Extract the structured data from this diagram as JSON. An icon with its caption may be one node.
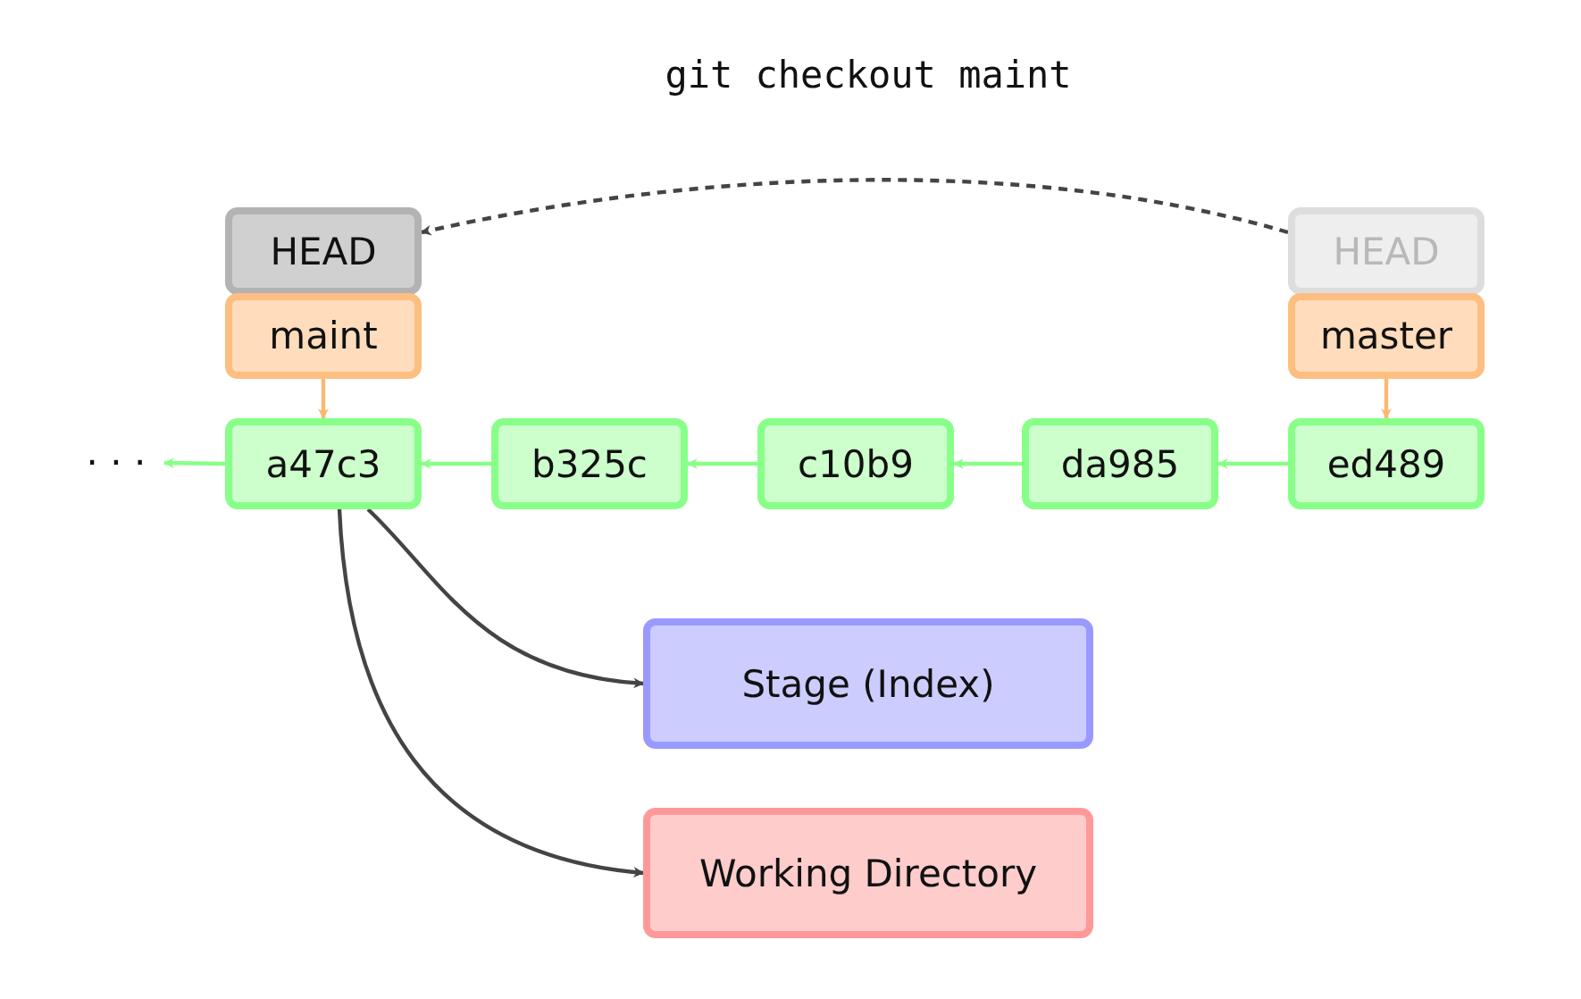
{
  "diagram": {
    "title": "git checkout maint",
    "nodes": [
      {
        "text": [
          "HEAD"
        ]
      },
      {
        "text": [
          "maint"
        ]
      },
      {
        "text": [
          "HEAD"
        ]
      },
      {
        "text": [
          "master"
        ]
      },
      {
        "text": [
          "· · ·"
        ]
      },
      {
        "text": [
          "a47c3"
        ]
      },
      {
        "text": [
          "b325c"
        ]
      },
      {
        "text": [
          "c10b9"
        ]
      },
      {
        "text": [
          "da985"
        ]
      },
      {
        "text": [
          "ed489"
        ]
      },
      {
        "text": [
          "Stage (Index)"
        ]
      },
      {
        "text": [
          "Working Directory"
        ]
      }
    ],
    "edges": [
      {
        "from": 2,
        "to": 0,
        "arrow": "to",
        "style": "dashed",
        "color": "#444444"
      },
      {
        "from": 1,
        "to": 5,
        "arrow": "to",
        "color": "#fdb870"
      },
      {
        "from": 3,
        "to": 9,
        "arrow": "to",
        "color": "#fdb870"
      },
      {
        "from": 9,
        "to": 8,
        "arrow": "to"
      },
      {
        "from": 8,
        "to": 7,
        "arrow": "to"
      },
      {
        "from": 7,
        "to": 6,
        "arrow": "to"
      },
      {
        "from": 6,
        "to": 5,
        "arrow": "to"
      },
      {
        "from": 5,
        "to": 4,
        "arrow": "to"
      },
      {
        "from": 5,
        "to": 10,
        "arrow": "to",
        "color": "#444444"
      },
      {
        "from": 5,
        "to": 11,
        "arrow": "to",
        "color": "#444444"
      }
    ]
  }
}
